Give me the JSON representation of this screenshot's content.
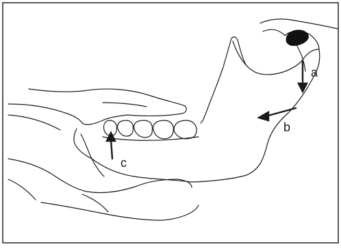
{
  "labels": {
    "a": "a",
    "b": "b",
    "c": "c"
  },
  "colors": {
    "stroke": "#1a1a1a",
    "condyle_fill": "#111111",
    "frame": "#222222",
    "background": "#ffffff"
  }
}
